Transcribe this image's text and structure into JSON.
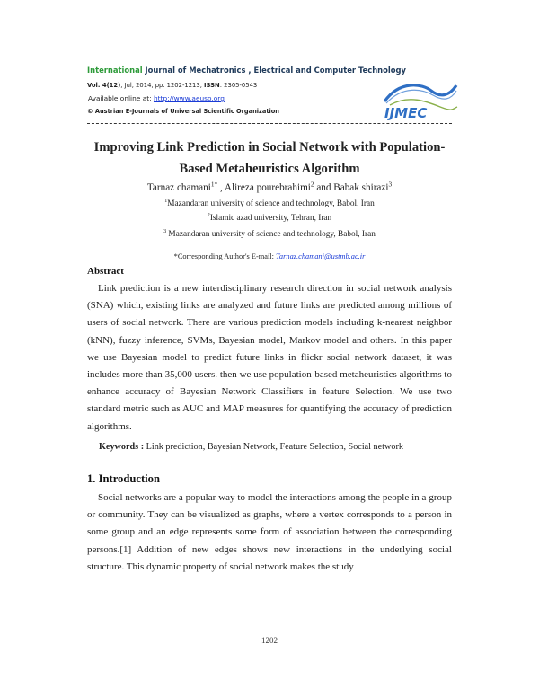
{
  "header": {
    "journal_prefix": "International",
    "journal_rest": " Journal of Mechatronics , Electrical and Computer Technology",
    "volume_label": "Vol. 4(12)",
    "volume_details": ",  Jul, 2014, pp. 1202-1213, ",
    "issn_label": "ISSN",
    "issn_value": ": 2305-0543",
    "online_label": "Available online at: ",
    "online_url": "http://www.aeuso.org",
    "copyright": "© Austrian E-Journals of Universal Scientific Organization",
    "logo_text": "IJMEC",
    "colors": {
      "green": "#2e9b3a",
      "navy": "#1f3a5a",
      "link": "#1a3bd6",
      "logo_blue": "#2f6fc4",
      "logo_green": "#8ab04a"
    }
  },
  "paper": {
    "title_line1": "Improving Link Prediction in Social Network with Population-",
    "title_line2": "Based Metaheuristics Algorithm",
    "authors": [
      {
        "name": "Tarnaz chamani",
        "sup": "1*"
      },
      {
        "name": "Alireza pourebrahimi",
        "sup": "2"
      },
      {
        "name": "Babak shirazi",
        "sup": "3"
      }
    ],
    "author_sep1": " , ",
    "author_sep2": "  and ",
    "affiliations": [
      {
        "sup": "1",
        "text": "Mazandaran university of science and technology, Babol, Iran"
      },
      {
        "sup": "2",
        "text": "Islamic azad university, Tehran, Iran"
      },
      {
        "sup": "3",
        "text": " Mazandaran university of science and technology, Babol, Iran"
      }
    ],
    "corresponding_label": "*Corresponding Author's E-mail:  ",
    "corresponding_email": "Tarnaz.chamani@ustmb.ac.ir",
    "abstract_heading": "Abstract",
    "abstract_text": "Link prediction is a new interdisciplinary research direction in social network analysis (SNA) which, existing links are analyzed and future links are predicted among millions of users of social network. There are various prediction models including k-nearest neighbor (kNN),  fuzzy inference, SVMs, Bayesian model, Markov model and others. In this paper we use Bayesian model to predict future links in flickr social network dataset, it was includes more than 35,000 users. then we use population-based metaheuristics  algorithms to enhance accuracy of Bayesian Network Classifiers in  feature Selection. We use two standard  metric such as  AUC and MAP measures for quantifying the accuracy of prediction algorithms.",
    "keywords_label": "Keywords : ",
    "keywords_text": "Link prediction,  Bayesian Network,  Feature Selection,  Social network",
    "intro_heading": "1. Introduction",
    "intro_text": "Social networks are a popular way to model the interactions among the people in a group or community. They can be visualized as graphs, where a vertex corresponds to a person in some group and an edge represents some form of association between the corresponding persons.[1] Addition of new edges shows new interactions in the underlying social structure. This dynamic property of social network makes the study",
    "page_number": "1202"
  }
}
